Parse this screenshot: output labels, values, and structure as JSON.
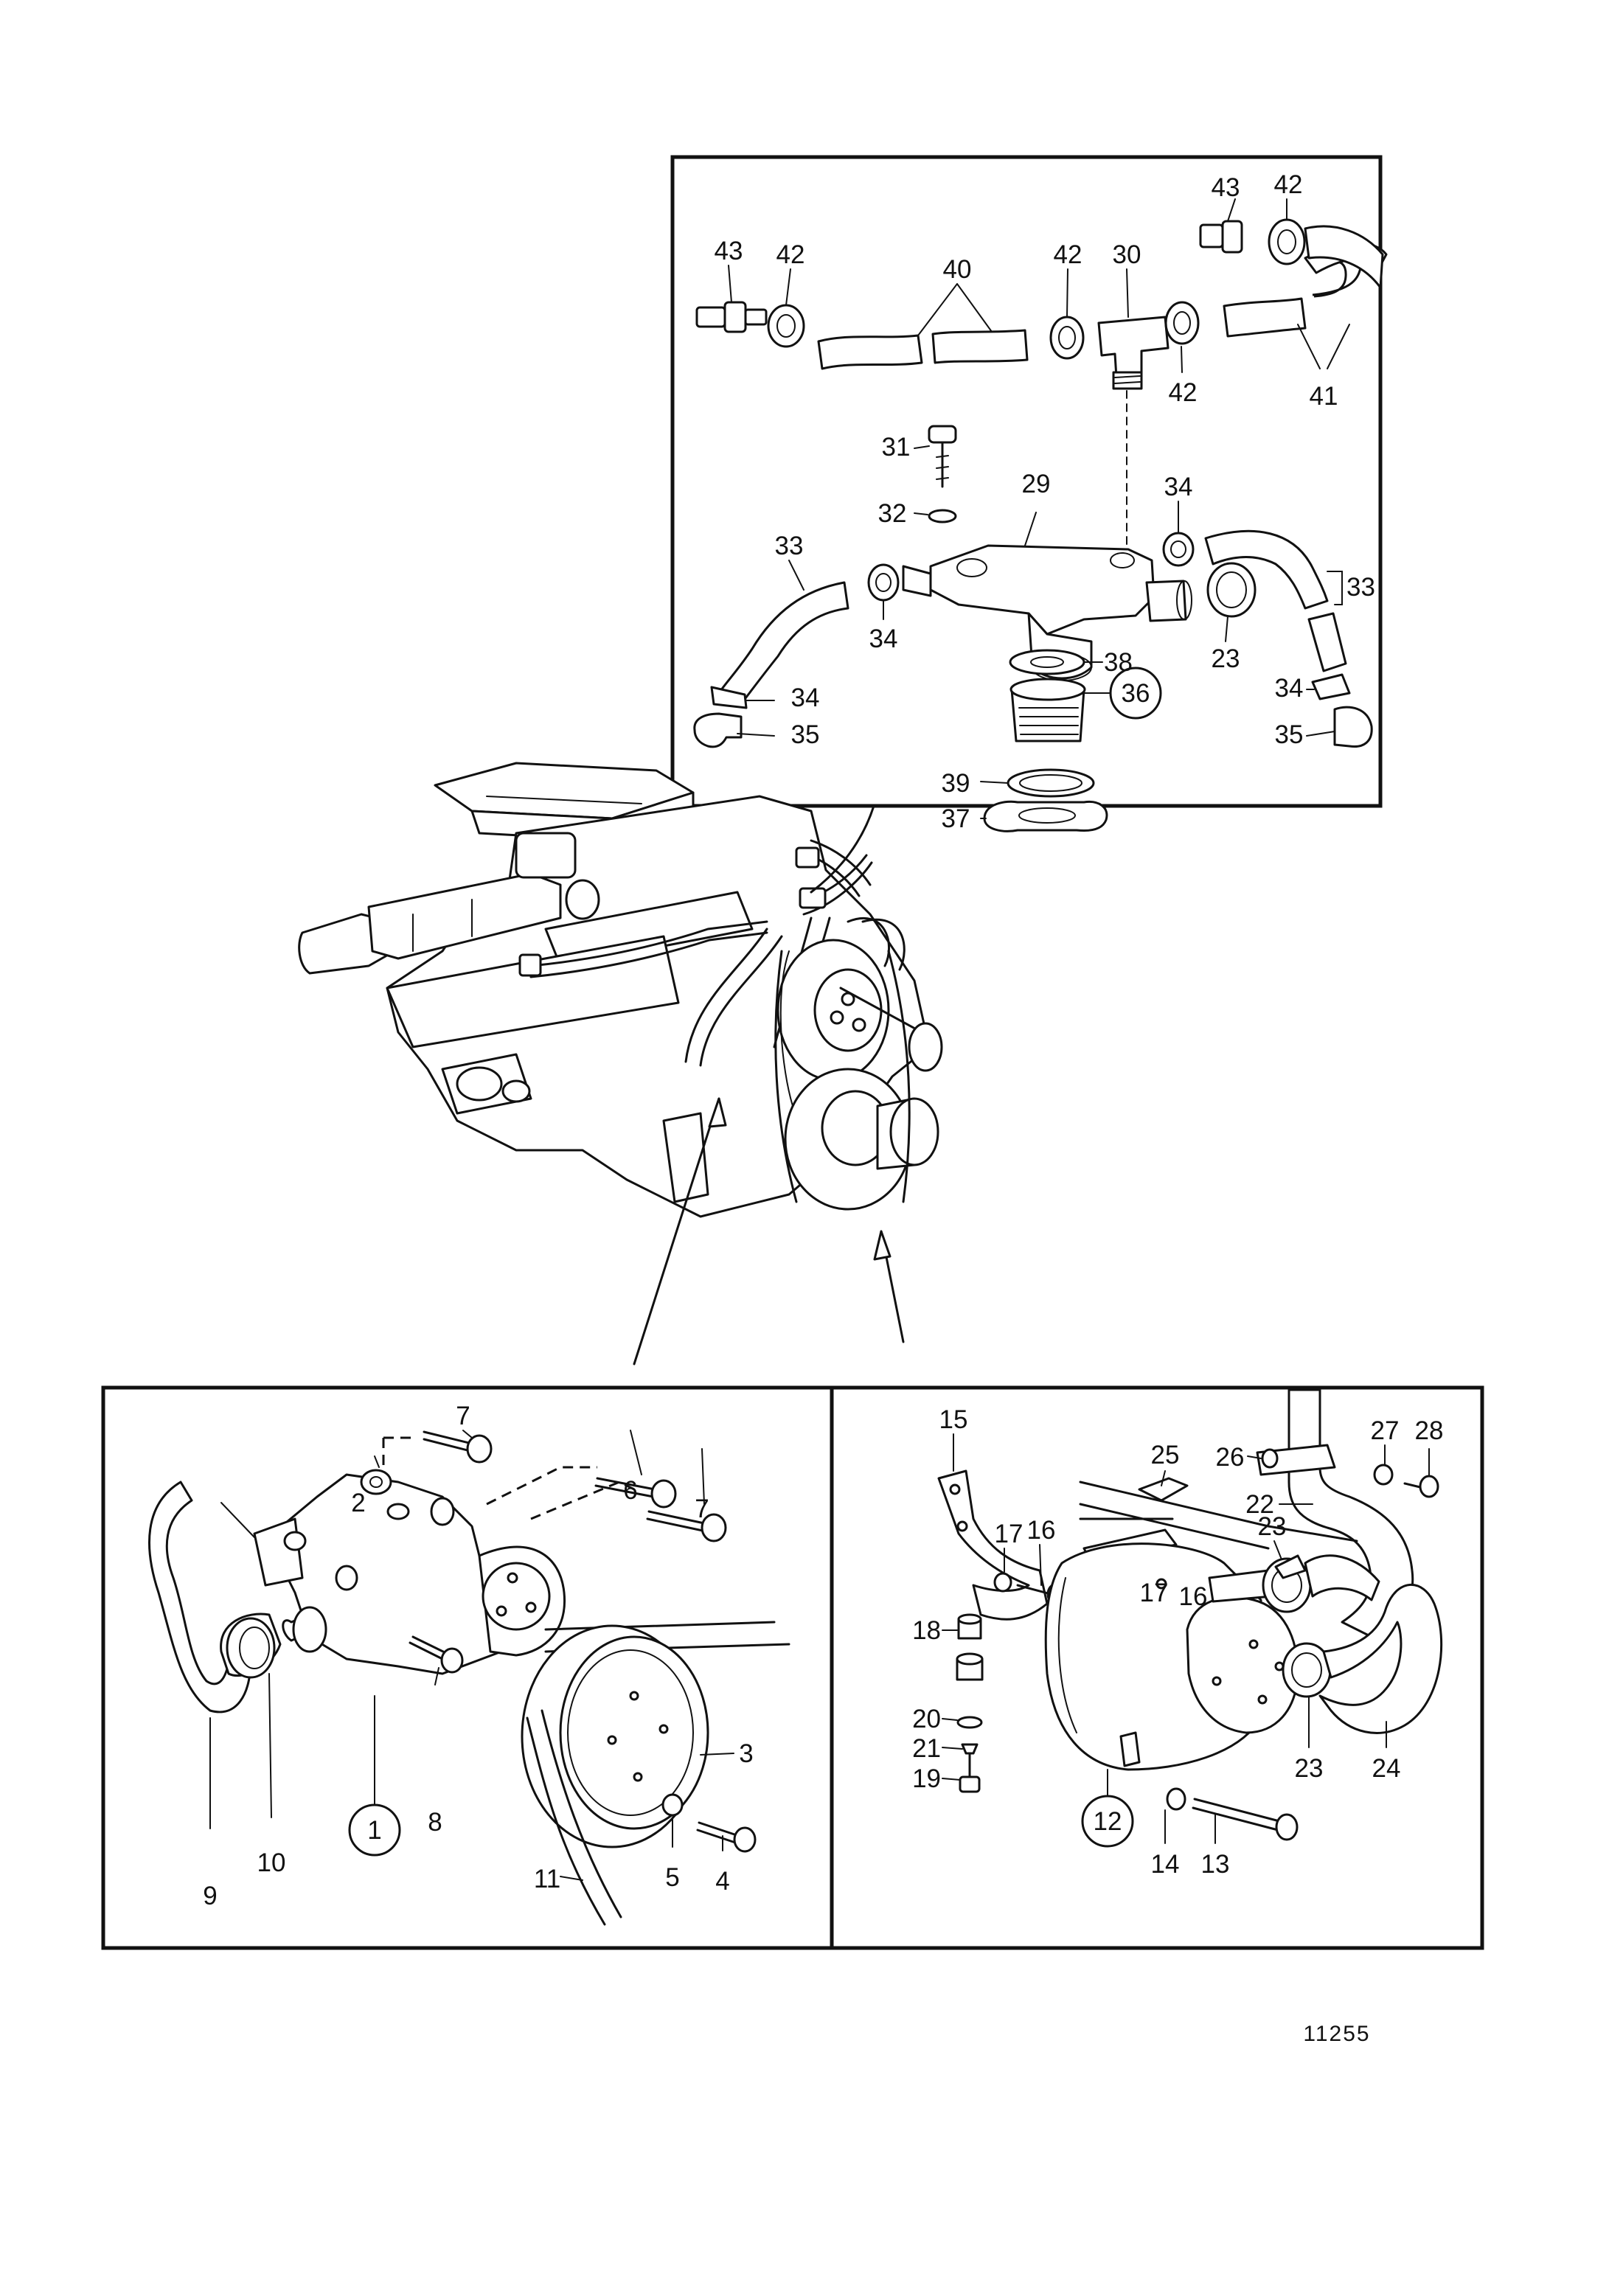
{
  "diagram": {
    "reference_number": "11255",
    "panels": {
      "thermostat": {
        "labels": [
          "43",
          "42",
          "40",
          "42",
          "30",
          "43",
          "42",
          "42",
          "41",
          "31",
          "29",
          "34",
          "32",
          "33",
          "34",
          "34",
          "38",
          "23",
          "33",
          "36",
          "34",
          "35",
          "39",
          "35",
          "37"
        ]
      },
      "engine": {
        "labels": []
      },
      "pump": {
        "labels": [
          "7",
          "2",
          "6",
          "7",
          "3",
          "8",
          "1",
          "10",
          "9",
          "5",
          "4",
          "11"
        ]
      },
      "seawater": {
        "labels": [
          "27",
          "28",
          "26",
          "15",
          "25",
          "22",
          "17",
          "16",
          "23",
          "18",
          "17",
          "16",
          "20",
          "21",
          "19",
          "23",
          "24",
          "12",
          "14",
          "13"
        ]
      }
    }
  }
}
